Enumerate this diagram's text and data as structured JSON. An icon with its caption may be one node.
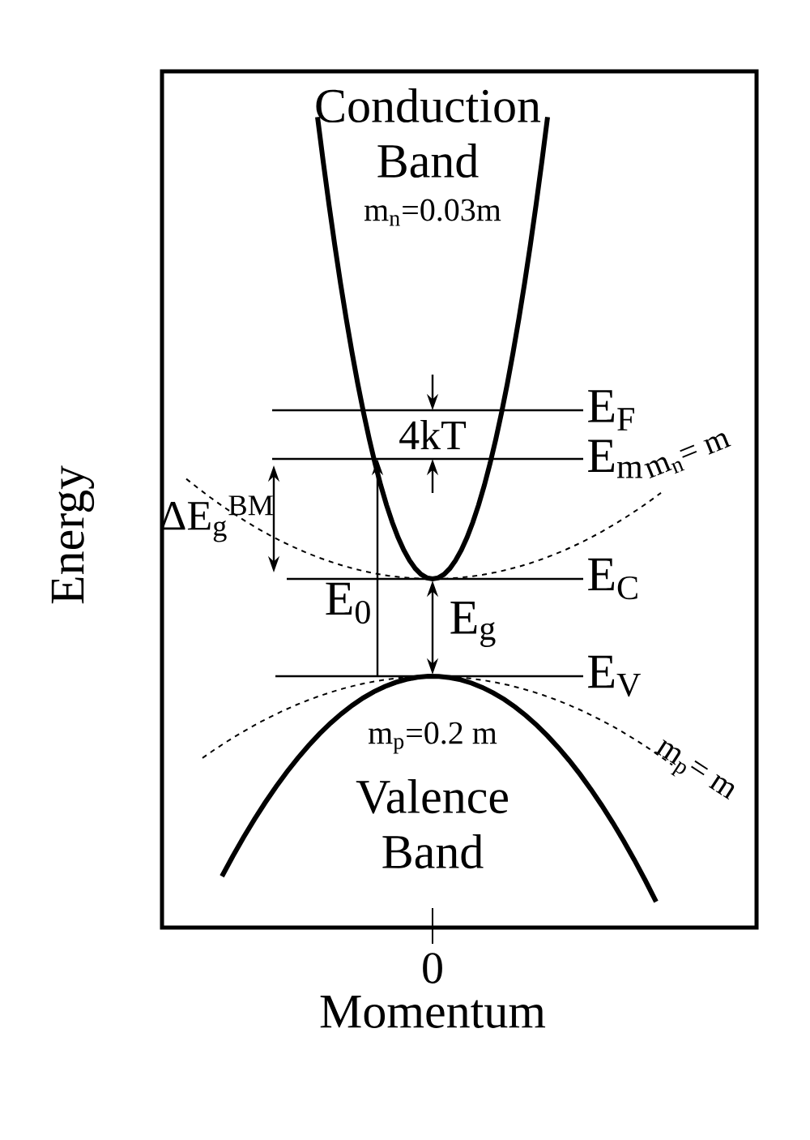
{
  "diagram": {
    "labels": [
      "Conduction Band",
      "m$_{n}$=0.03m",
      "E$_{F}$",
      "4kT",
      "E$_{m}$",
      "ΔE$_{g}$$^{BM}$",
      "m$_{n}$= m",
      "E$_{C}$",
      "E$_{0}$",
      "E$_{g}$",
      "E$_{V}$",
      "m$_{p}$=0.2 m",
      "m$_{p}$= m",
      "Valence Band",
      "Energy",
      "0",
      "Momentum"
    ]
  }
}
